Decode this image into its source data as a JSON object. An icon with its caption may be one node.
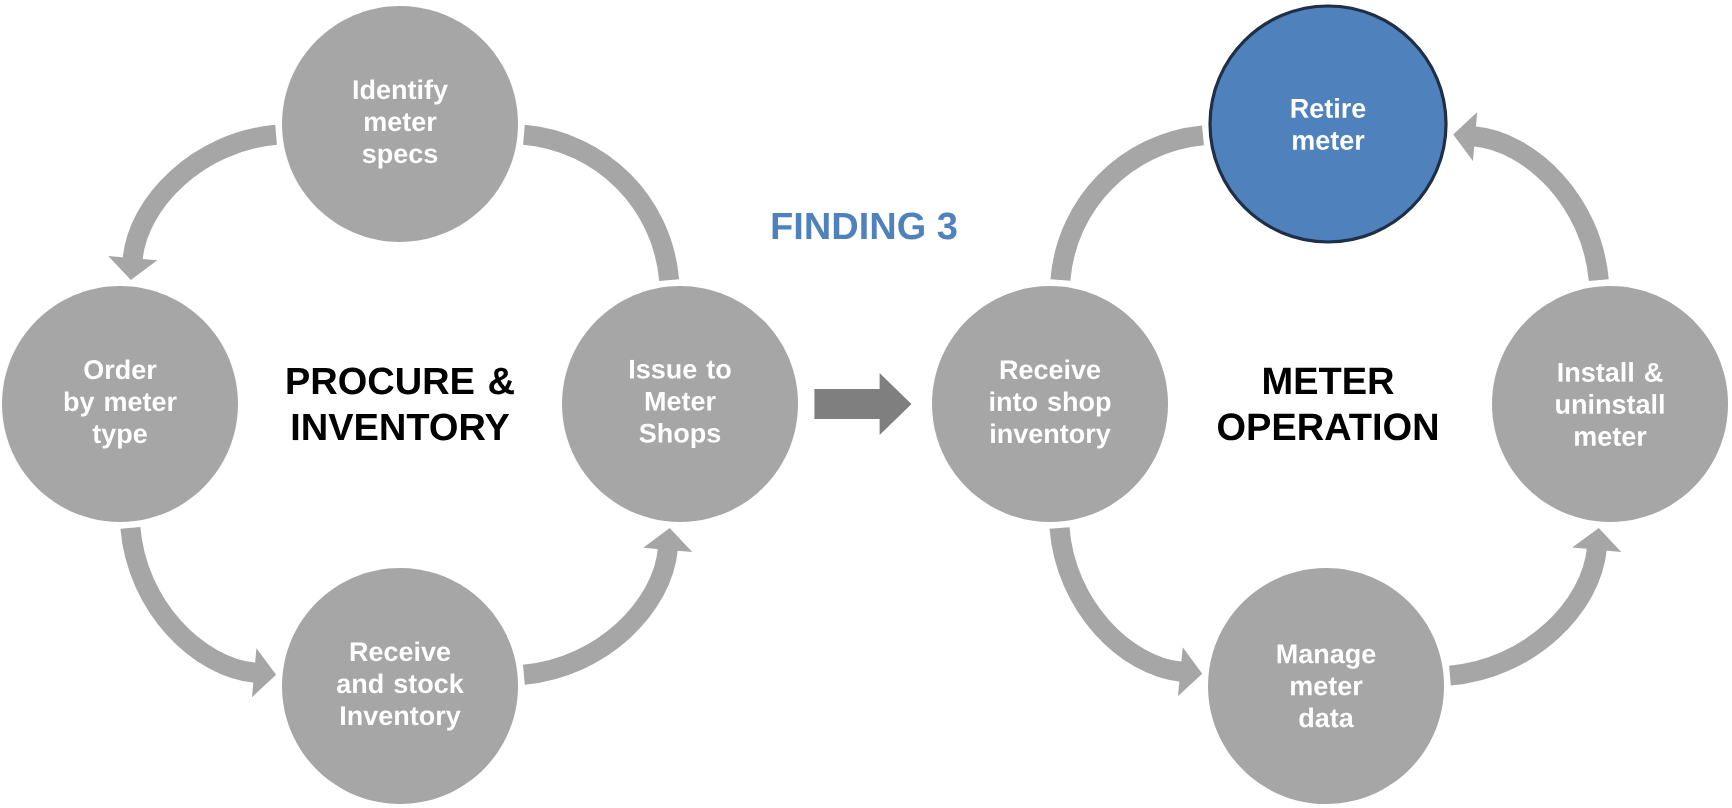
{
  "diagram": {
    "title": "FINDING 3",
    "nodes": [
      {
        "text": [
          "Identify meter specs"
        ]
      },
      {
        "text": [
          "Order by meter type"
        ]
      },
      {
        "text": [
          "Issue to Meter Shops"
        ]
      },
      {
        "text": [
          "Receive and stock Inventory"
        ]
      },
      {
        "text": [
          "Retire meter"
        ]
      },
      {
        "text": [
          "Receive into shop inventory"
        ]
      },
      {
        "text": [
          "Install & uninstall meter"
        ]
      },
      {
        "text": [
          "Manage meter data"
        ]
      }
    ],
    "edges": [
      {
        "from": 0,
        "to": 1,
        "arrow": "to"
      },
      {
        "from": 1,
        "to": 3,
        "arrow": "to"
      },
      {
        "from": 3,
        "to": 2,
        "arrow": "to"
      },
      {
        "from": 2,
        "to": 0,
        "arrow": "none"
      },
      {
        "from": 2,
        "to": 5,
        "arrow": "to",
        "color": "#7f7f7f"
      },
      {
        "from": 5,
        "to": 7,
        "arrow": "to"
      },
      {
        "from": 7,
        "to": 6,
        "arrow": "to"
      },
      {
        "from": 6,
        "to": 4,
        "arrow": "to"
      },
      {
        "from": 4,
        "to": 5,
        "arrow": "none"
      }
    ],
    "labels": [
      "PROCURE & INVENTORY",
      "METER OPERATION"
    ]
  }
}
